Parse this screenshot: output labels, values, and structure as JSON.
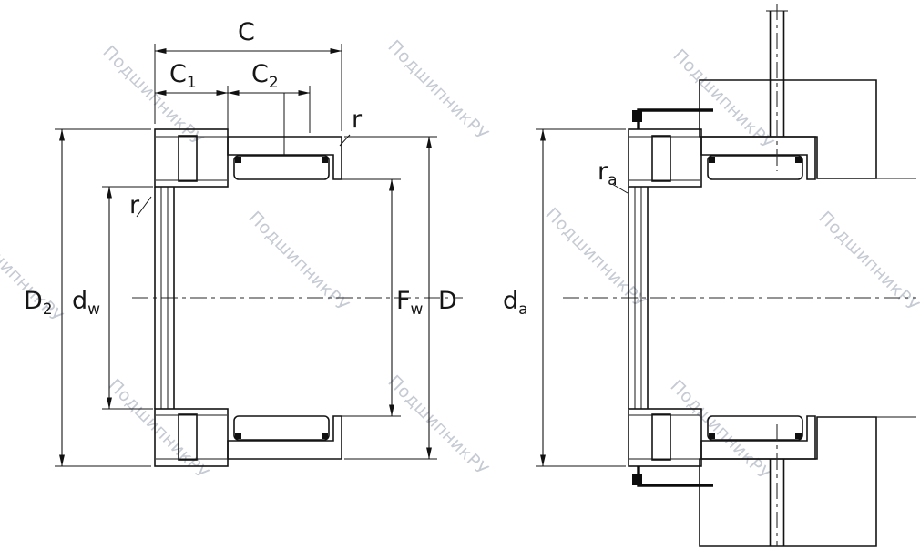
{
  "watermark": {
    "text": "ПодшипникРУ"
  },
  "dims": {
    "C": {
      "main": "C"
    },
    "C1": {
      "main": "C",
      "sub": "1"
    },
    "C2": {
      "main": "C",
      "sub": "2"
    },
    "r_top": {
      "main": "r"
    },
    "r_inner": {
      "main": "r"
    },
    "D2": {
      "main": "D",
      "sub": "2"
    },
    "dw": {
      "main": "d",
      "sub": "w"
    },
    "Fw": {
      "main": "F",
      "sub": "w"
    },
    "D": {
      "main": "D"
    },
    "da": {
      "main": "d",
      "sub": "a"
    },
    "ra": {
      "main": "r",
      "sub": "a"
    }
  }
}
